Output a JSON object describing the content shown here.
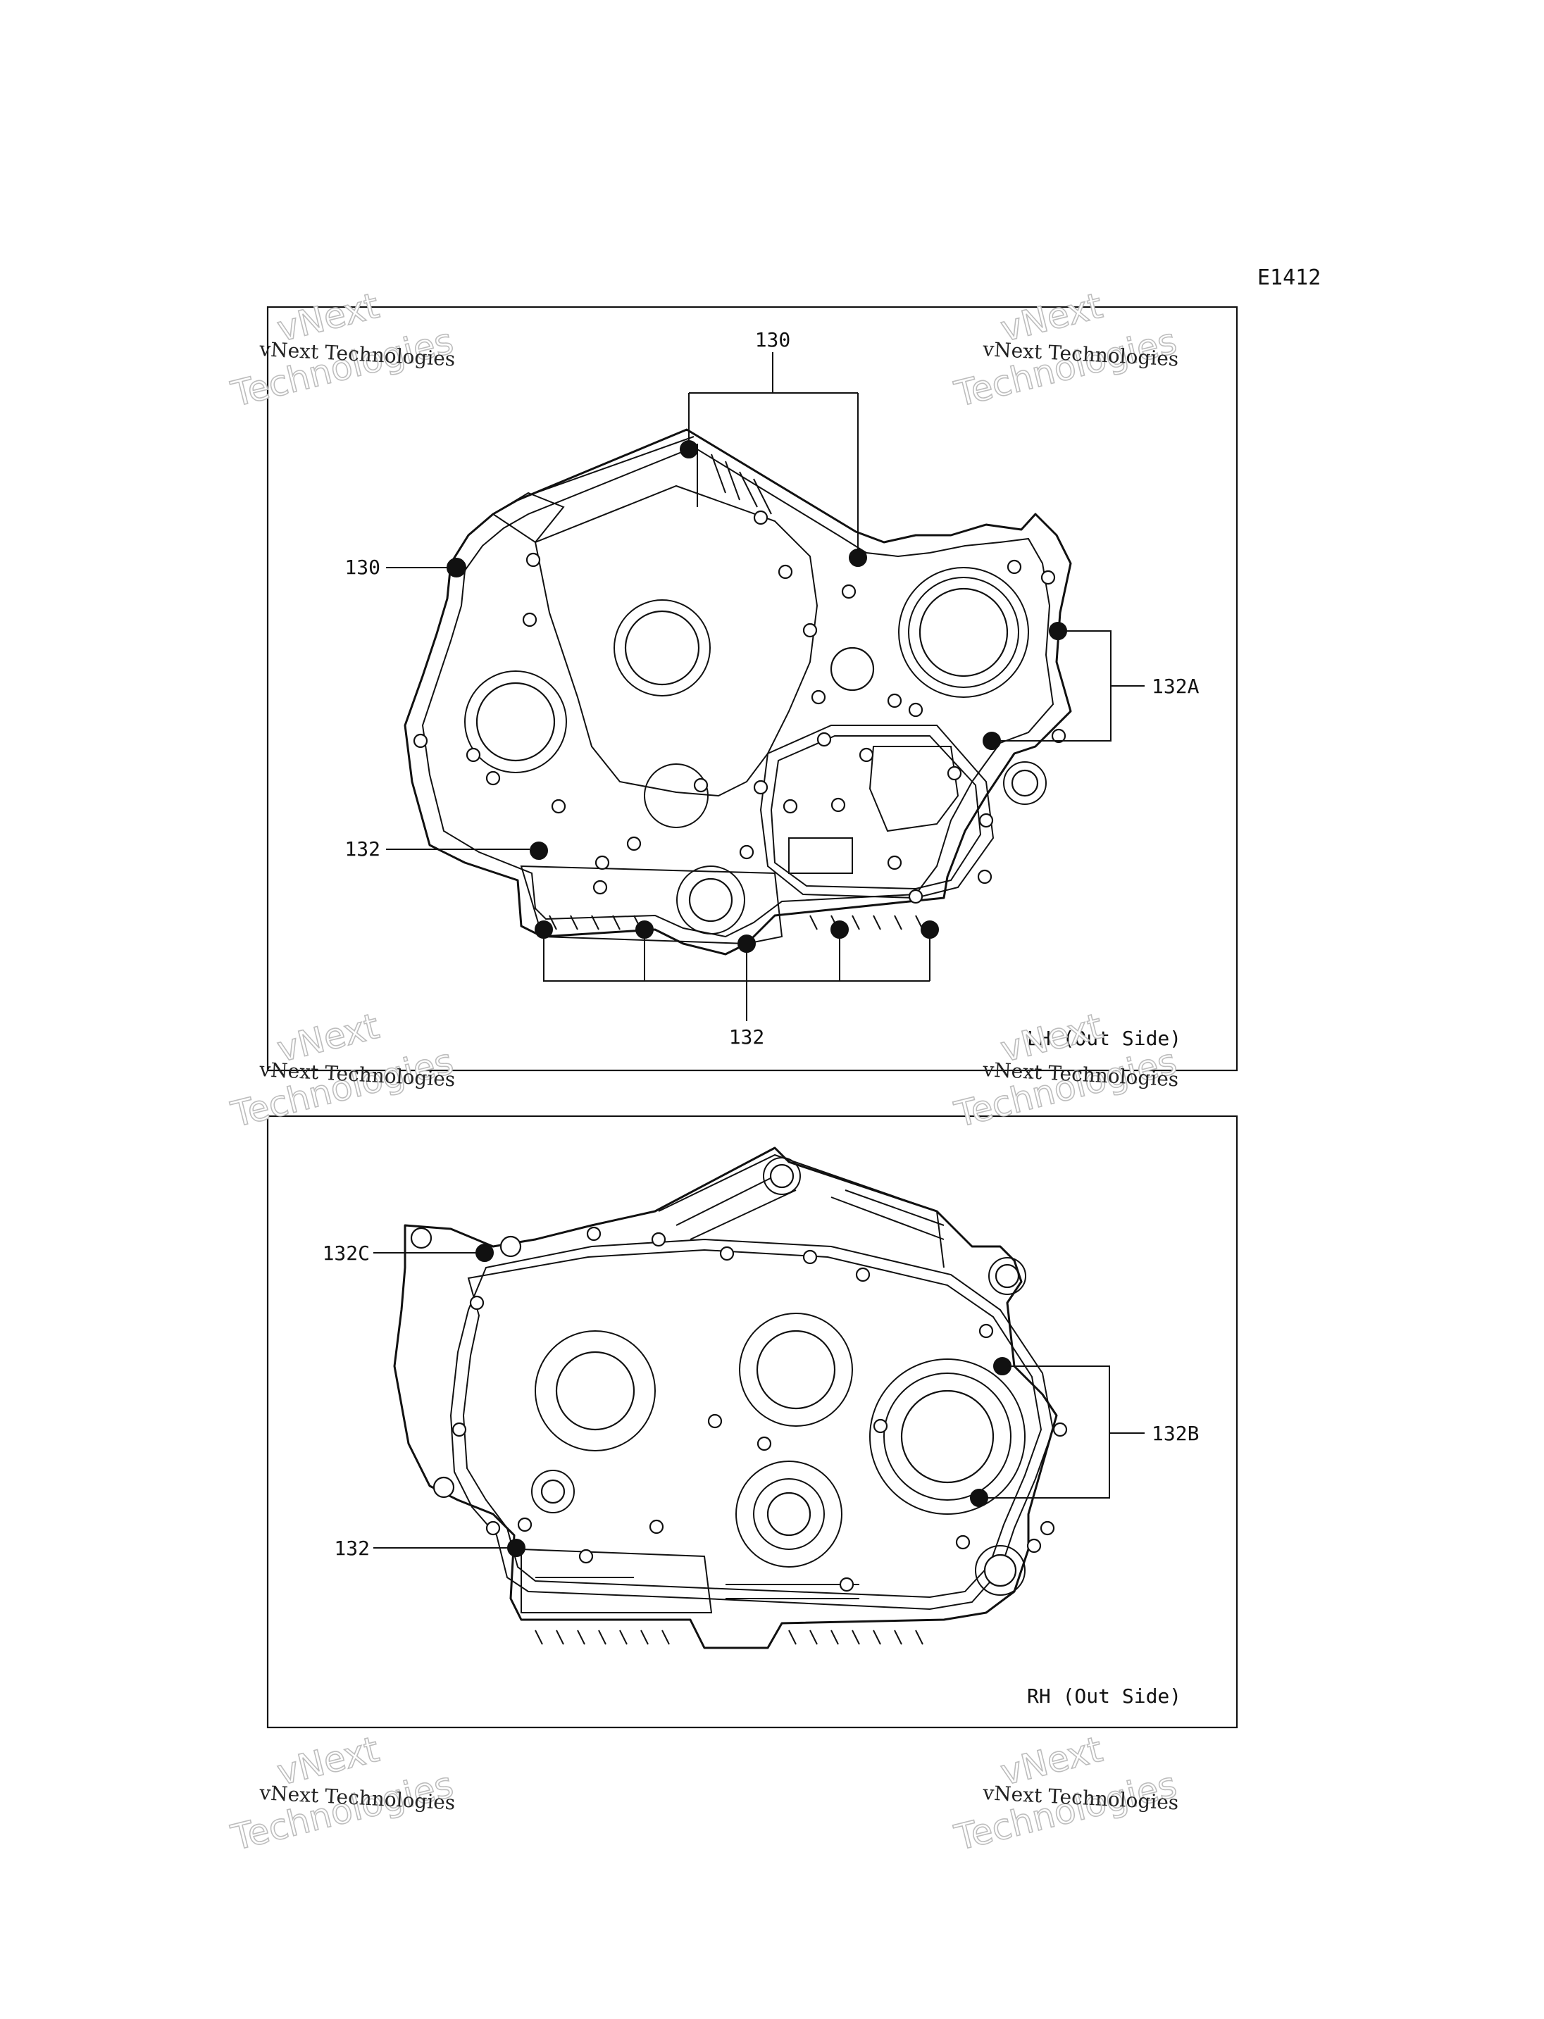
{
  "ref_code": "E1412",
  "watermark": {
    "line1": "vNext Technologies",
    "line2a": "vNext",
    "line2b": "Technologies"
  },
  "views": [
    {
      "view_label": "LH (Out Side)",
      "callouts": [
        "130",
        "130",
        "132A",
        "132",
        "132"
      ]
    },
    {
      "view_label": "RH (Out Side)",
      "callouts": [
        "132C",
        "132B",
        "132"
      ]
    }
  ]
}
